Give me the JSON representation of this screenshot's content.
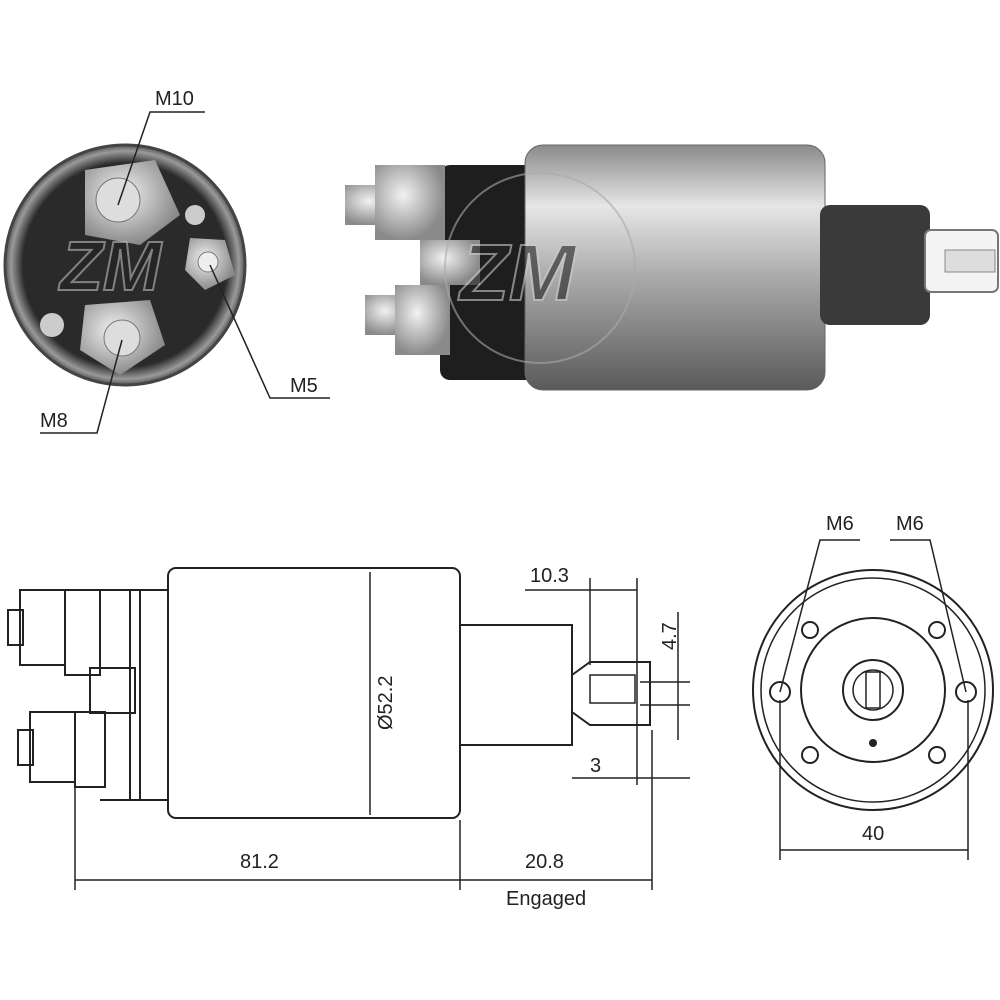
{
  "photo_end_view": {
    "labels": {
      "top_terminal": "M10",
      "small_terminal": "M5",
      "bottom_terminal": "M8"
    },
    "watermark": "ZM"
  },
  "photo_side_view": {
    "watermark": "ZM"
  },
  "side_drawing": {
    "dimensions": {
      "diameter": "Ø52.2",
      "body_length": "81.2",
      "plunger_travel": "20.8",
      "travel_note": "Engaged",
      "tip_offset": "10.3",
      "slot_width": "4.7",
      "tip_thickness": "3"
    }
  },
  "end_drawing": {
    "labels": {
      "left_hole": "M6",
      "right_hole": "M6"
    },
    "dimensions": {
      "hole_spacing": "40"
    }
  },
  "colors": {
    "metal_dark": "#3a3a3a",
    "metal_light": "#c8c8c8",
    "line": "#222222"
  }
}
